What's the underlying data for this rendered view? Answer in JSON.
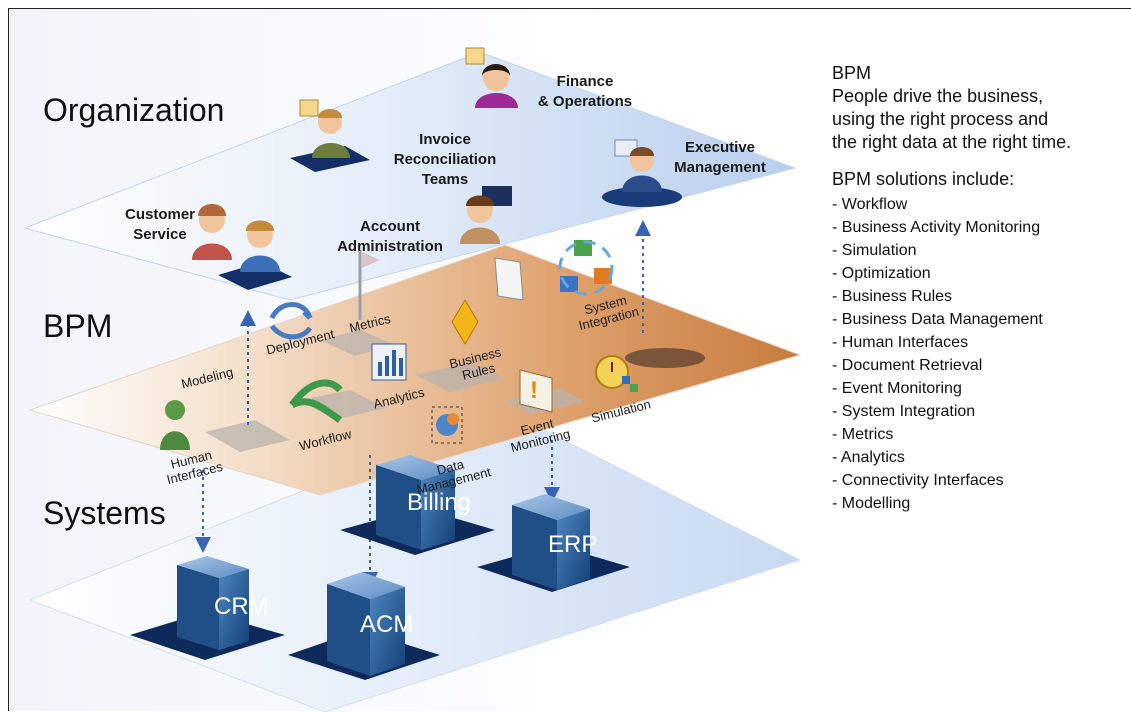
{
  "layers": {
    "organization": "Organization",
    "bpm": "BPM",
    "systems": "Systems"
  },
  "people": {
    "finance": "Finance\n& Operations",
    "invoice": "Invoice\nReconciliation\nTeams",
    "executive": "Executive\nManagement",
    "customer_service": "Customer\nService",
    "account_admin": "Account\nAdministration"
  },
  "bpm_items": {
    "modeling": "Modeling",
    "deployment": "Deployment",
    "metrics": "Metrics",
    "system_integration": "System\nIntegration",
    "analytics": "Analytics",
    "business_rules": "Business\nRules",
    "workflow": "Workflow",
    "human_interfaces": "Human\nInterfaces",
    "data_management": "Data\nManagement",
    "event_monitoring": "Event\nMonitoring",
    "simulation": "Simulation"
  },
  "systems": {
    "billing": "Billing",
    "erp": "ERP",
    "crm": "CRM",
    "acm": "ACM"
  },
  "panel": {
    "heading": "BPM",
    "tagline": "People drive the business,\nusing the right process and\nthe right data at the right time.",
    "solutions_heading": "BPM solutions include:",
    "solutions": [
      "Workflow",
      "Business Activity Monitoring",
      "Simulation",
      "Optimization",
      "Business Rules",
      "Business Data Management",
      "Human Interfaces",
      "Document Retrieval",
      "Event Monitoring",
      "System Integration",
      "Metrics",
      "Analytics",
      "Connectivity Interfaces",
      "Modelling"
    ]
  },
  "colors": {
    "plane_blue": "#c5d7ef",
    "plane_orange": "#cf8a52",
    "cube_blue": "#1f4f86",
    "cube_shadow": "#0d2a5a",
    "arrow_blue": "#3b63b5"
  }
}
